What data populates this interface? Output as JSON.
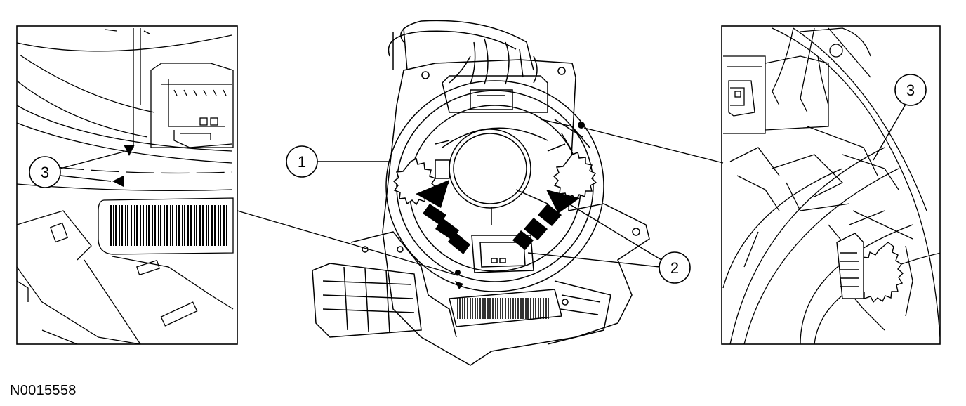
{
  "figure_id": "N0015558",
  "callouts": {
    "c1": "1",
    "c2": "2",
    "c3_left": "3",
    "c3_right": "3"
  },
  "colors": {
    "line": "#000000",
    "background": "#ffffff"
  }
}
